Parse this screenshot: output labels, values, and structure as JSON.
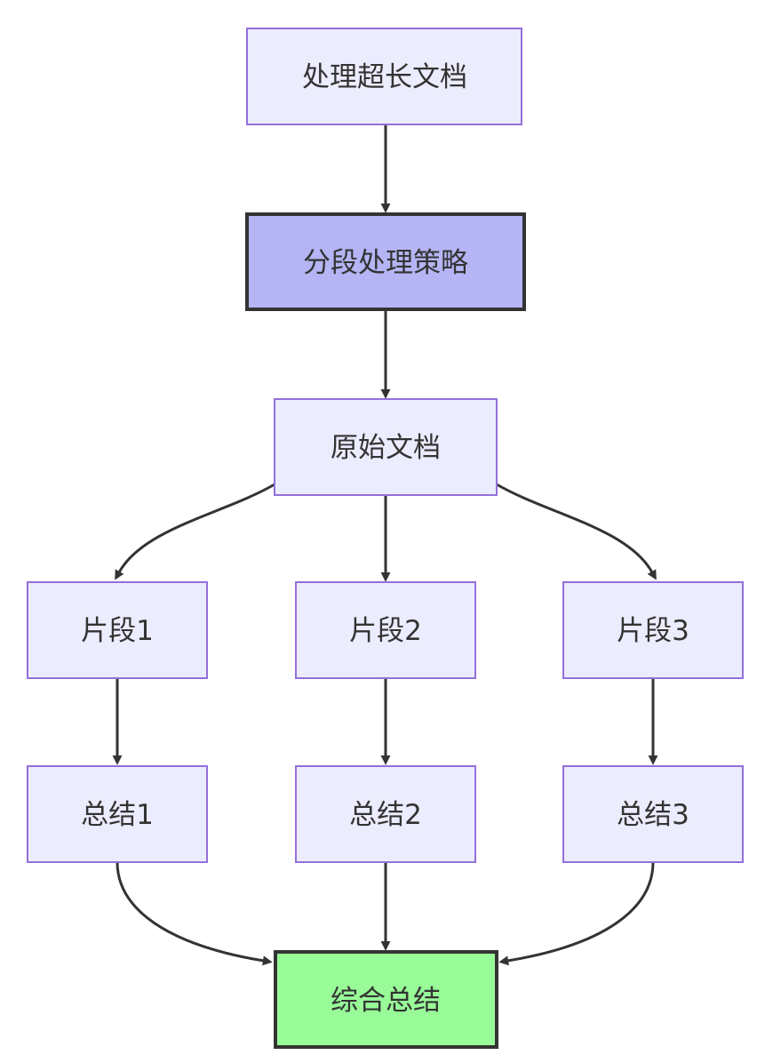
{
  "diagram": {
    "type": "flowchart",
    "direction": "top-down",
    "nodes": [
      {
        "id": "A",
        "label": "处理超长文档",
        "style": "default"
      },
      {
        "id": "B",
        "label": "分段处理策略",
        "style": "emphasis-purple"
      },
      {
        "id": "C",
        "label": "原始文档",
        "style": "default"
      },
      {
        "id": "D1",
        "label": "片段1",
        "style": "default"
      },
      {
        "id": "D2",
        "label": "片段2",
        "style": "default"
      },
      {
        "id": "D3",
        "label": "片段3",
        "style": "default"
      },
      {
        "id": "S1",
        "label": "总结1",
        "style": "default"
      },
      {
        "id": "S2",
        "label": "总结2",
        "style": "default"
      },
      {
        "id": "S3",
        "label": "总结3",
        "style": "default"
      },
      {
        "id": "F",
        "label": "综合总结",
        "style": "emphasis-green"
      }
    ],
    "edges": [
      {
        "from": "A",
        "to": "B"
      },
      {
        "from": "B",
        "to": "C"
      },
      {
        "from": "C",
        "to": "D1"
      },
      {
        "from": "C",
        "to": "D2"
      },
      {
        "from": "C",
        "to": "D3"
      },
      {
        "from": "D1",
        "to": "S1"
      },
      {
        "from": "D2",
        "to": "S2"
      },
      {
        "from": "D3",
        "to": "S3"
      },
      {
        "from": "S1",
        "to": "F"
      },
      {
        "from": "S2",
        "to": "F"
      },
      {
        "from": "S3",
        "to": "F"
      }
    ],
    "colors": {
      "background": "#FFFFFF",
      "node_fill": "#ECECFF",
      "node_border": "#9370DB",
      "emphasis_purple_fill": "#B5B5F5",
      "emphasis_green_fill": "#98FB98",
      "emphasis_border": "#333333",
      "edge": "#333333",
      "text": "#333333"
    }
  }
}
